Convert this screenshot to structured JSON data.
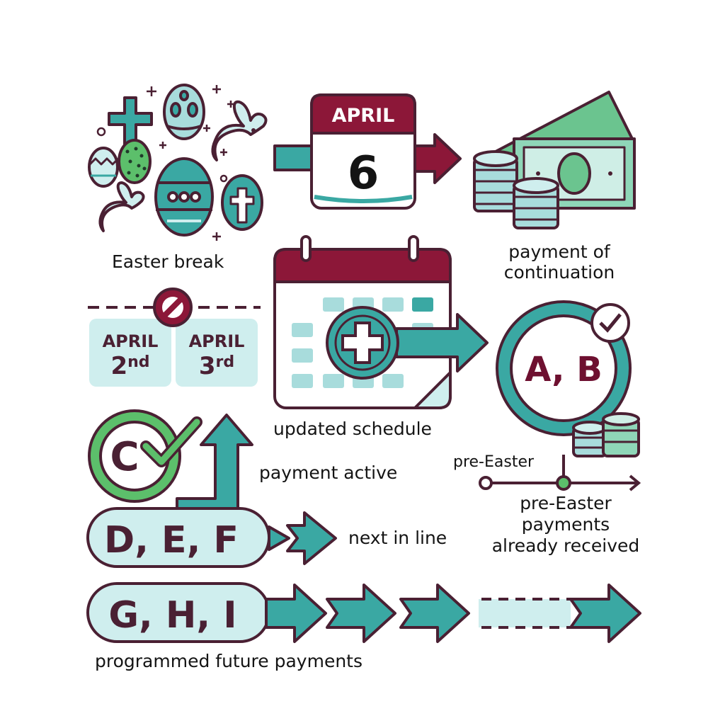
{
  "labels": {
    "easter_break": "Easter break",
    "payment_of_continuation": "payment  of\ncontinuation",
    "updated_schedule": "updated schedule",
    "payment_active": "payment active",
    "pre_easter_marker": "pre-Easter",
    "pre_easter_received": "pre-Easter\npayments\nalready received",
    "next_in_line": "next in line",
    "programmed_future_payments": "programmed future payments"
  },
  "calendar_main": {
    "month": "APRIL",
    "day": "6"
  },
  "skipped_dates": [
    {
      "month": "APRIL",
      "day": "2",
      "suffix": "nd"
    },
    {
      "month": "APRIL",
      "day": "3",
      "suffix": "rd"
    }
  ],
  "groups": {
    "ab": "A, B",
    "c": "C",
    "def": "D, E, F",
    "ghi": "G, H, I"
  },
  "colors": {
    "outline": "#4a2033",
    "teal": "#3aa8a3",
    "teal_light": "#cfeeee",
    "maroon": "#8c1738",
    "green": "#5cbf6b",
    "money": "#6bc48f"
  },
  "icons": [
    "egg-icon",
    "cross-icon",
    "bunny-icon",
    "calendar-icon",
    "money-icon",
    "coins-icon",
    "prohibited-icon",
    "checkmark-icon",
    "arrow-icon",
    "plus-icon"
  ]
}
